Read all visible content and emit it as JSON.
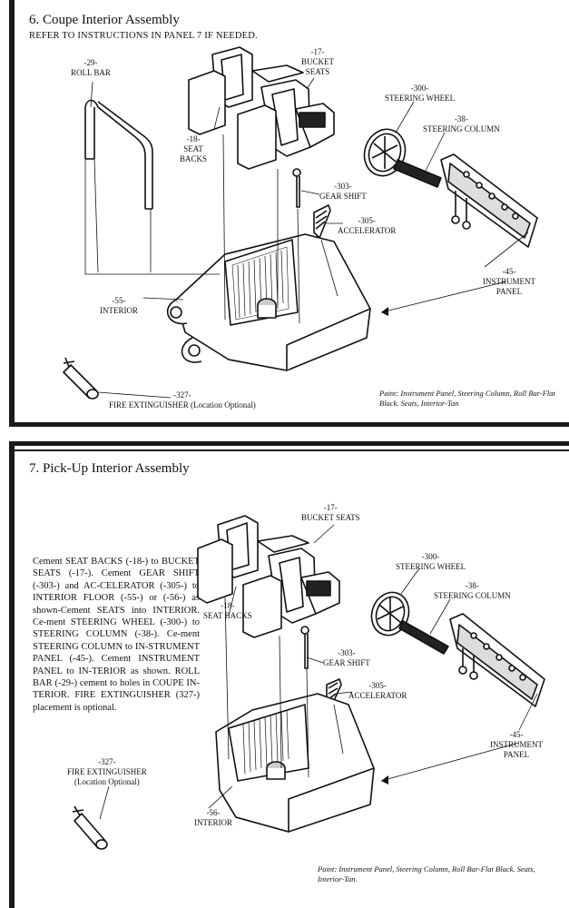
{
  "panel6": {
    "title": "6. Coupe Interior Assembly",
    "subtitle": "REFER TO INSTRUCTIONS IN PANEL 7 IF NEEDED.",
    "labels": {
      "roll_bar": {
        "num": "-29-",
        "name": "ROLL BAR"
      },
      "bucket_seats": {
        "num": "-17-",
        "name1": "BUCKET",
        "name2": "SEATS"
      },
      "seat_backs": {
        "num": "-18-",
        "name1": "SEAT",
        "name2": "BACKS"
      },
      "steering_wheel": {
        "num": "-300-",
        "name": "STEERING WHEEL"
      },
      "steering_column": {
        "num": "-38-",
        "name": "STEERING COLUMN"
      },
      "gear_shift": {
        "num": "-303-",
        "name": "GEAR SHIFT"
      },
      "accelerator": {
        "num": "-305-",
        "name": "ACCELERATOR"
      },
      "interior": {
        "num": "-55-",
        "name": "INTERIOR"
      },
      "instrument_panel": {
        "num": "-45-",
        "name1": "INSTRUMENT",
        "name2": "PANEL"
      },
      "fire_extinguisher": {
        "num": "-327-",
        "name": "FIRE EXTINGUISHER (Location Optional)"
      }
    },
    "paint_note": "Paint: Instrument Panel, Steering Column, Roll Bar-Flat Black. Seats, Interior-Tan"
  },
  "panel7": {
    "title": "7. Pick-Up Interior Assembly",
    "instructions": "Cement SEAT BACKS (-18-) to BUCKET SEATS (-17-). Cement GEAR SHIFT (-303-) and AC-CELERATOR (-305-) to INTERIOR FLOOR (-55-) or (-56-) as shown-Cement SEATS into INTERIOR. Ce-ment STEERING WHEEL (-300-) to STEERING COLUMN (-38-). Ce-ment STEERING COLUMN to IN-STRUMENT PANEL (-45-). Cement INSTRUMENT PANEL to IN-TERIOR as shown. ROLL BAR (-29-) cement to holes in COUPE IN-TERIOR. FIRE EXTINGUISHER (327-) placement is optional.",
    "labels": {
      "bucket_seats": {
        "num": "-17-",
        "name": "BUCKET SEATS"
      },
      "seat_backs": {
        "num": "-18-",
        "name": "SEAT BACKS"
      },
      "steering_wheel": {
        "num": "-300-",
        "name": "STEERING WHEEL"
      },
      "steering_column": {
        "num": "-38-",
        "name": "STEERING COLUMN"
      },
      "gear_shift": {
        "num": "-303-",
        "name": "GEAR SHIFT"
      },
      "accelerator": {
        "num": "-305-",
        "name": "ACCELERATOR"
      },
      "fire_extinguisher": {
        "num": "-327-",
        "name": "FIRE EXTINGUISHER",
        "sub": "(Location Optional)"
      },
      "instrument_panel": {
        "num": "-45-",
        "name1": "INSTRUMENT",
        "name2": "PANEL"
      },
      "interior": {
        "num": "-56-",
        "name": "INTERIOR"
      }
    },
    "paint_note": "Paint: Instrument Panel, Steering Column, Roll Bar-Flat Black. Seats, Interior-Tan."
  }
}
